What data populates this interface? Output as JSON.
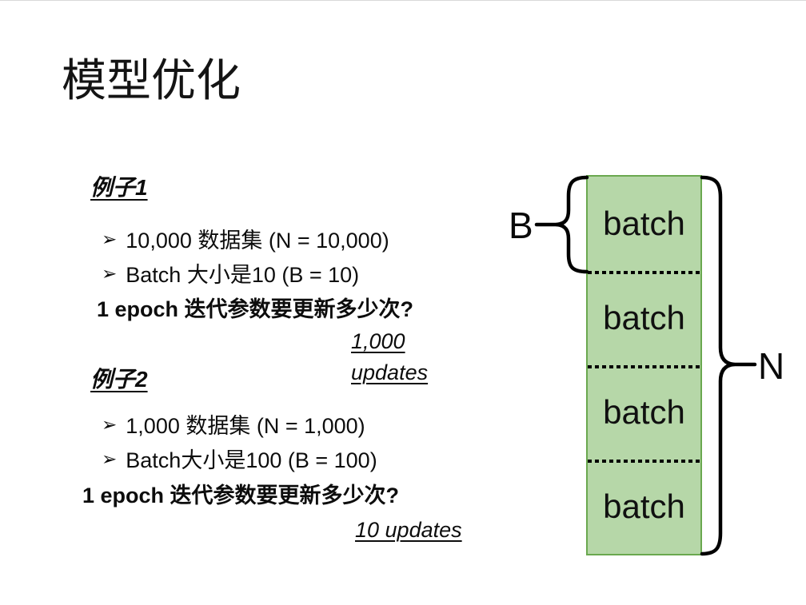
{
  "slide": {
    "title": "模型优化",
    "bullet_glyph": "➢",
    "example1": {
      "heading": "例子1",
      "bullets": [
        "10,000 数据集 (N = 10,000)",
        "Batch 大小是10 (B = 10)"
      ],
      "question": "1 epoch 迭代参数要更新多少次?",
      "answer_lines": [
        "1,000",
        "updates"
      ]
    },
    "example2": {
      "heading": "例子2",
      "bullets": [
        "1,000 数据集 (N = 1,000)",
        "Batch大小是100 (B = 100)"
      ],
      "question": "1 epoch 迭代参数要更新多少次?",
      "answer": "10 updates"
    },
    "diagram": {
      "batch_labels": [
        "batch",
        "batch",
        "batch",
        "batch"
      ],
      "batch_size_label": "B",
      "dataset_size_label": "N",
      "fill_color": "#b6d7a8",
      "border_color": "#6aa84f"
    }
  }
}
